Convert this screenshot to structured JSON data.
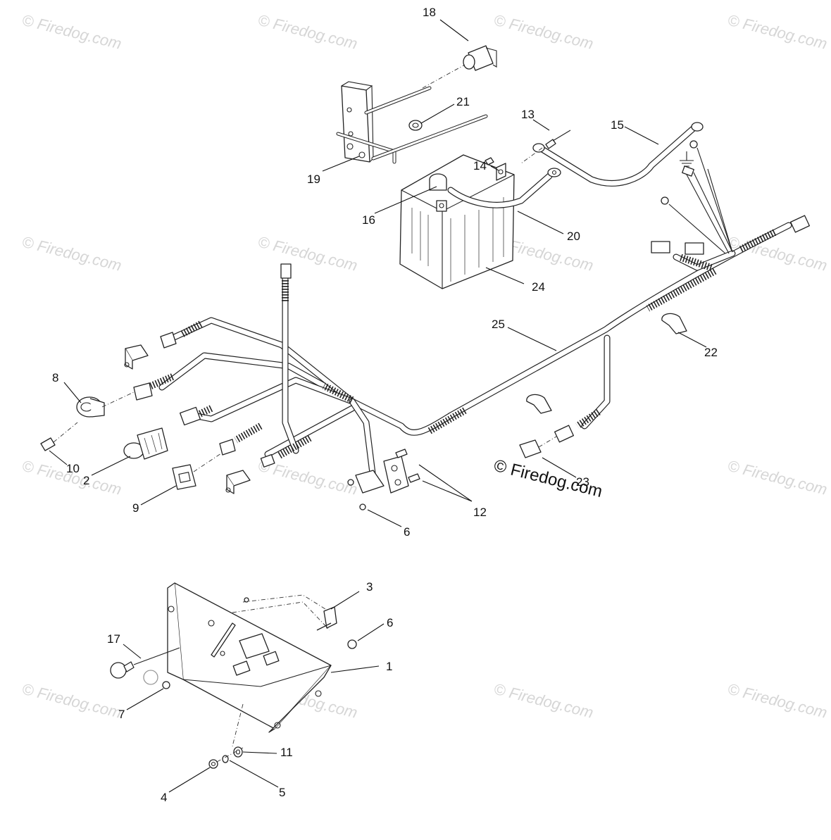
{
  "watermark_text": "© Firedog.com",
  "copyright_text": "© Firedog.com",
  "callouts": {
    "c1": "1",
    "c2": "2",
    "c3": "3",
    "c4": "4",
    "c5": "5",
    "c6a": "6",
    "c6b": "6",
    "c7": "7",
    "c8": "8",
    "c9": "9",
    "c10": "10",
    "c11": "11",
    "c12": "12",
    "c13": "13",
    "c14": "14",
    "c15": "15",
    "c16": "16",
    "c17": "17",
    "c18": "18",
    "c19": "19",
    "c20": "20",
    "c21": "21",
    "c22": "22",
    "c23": "23",
    "c24": "24",
    "c25": "25"
  },
  "colors": {
    "line": "#222222",
    "watermark": "#d6d6d6",
    "background": "#ffffff"
  }
}
